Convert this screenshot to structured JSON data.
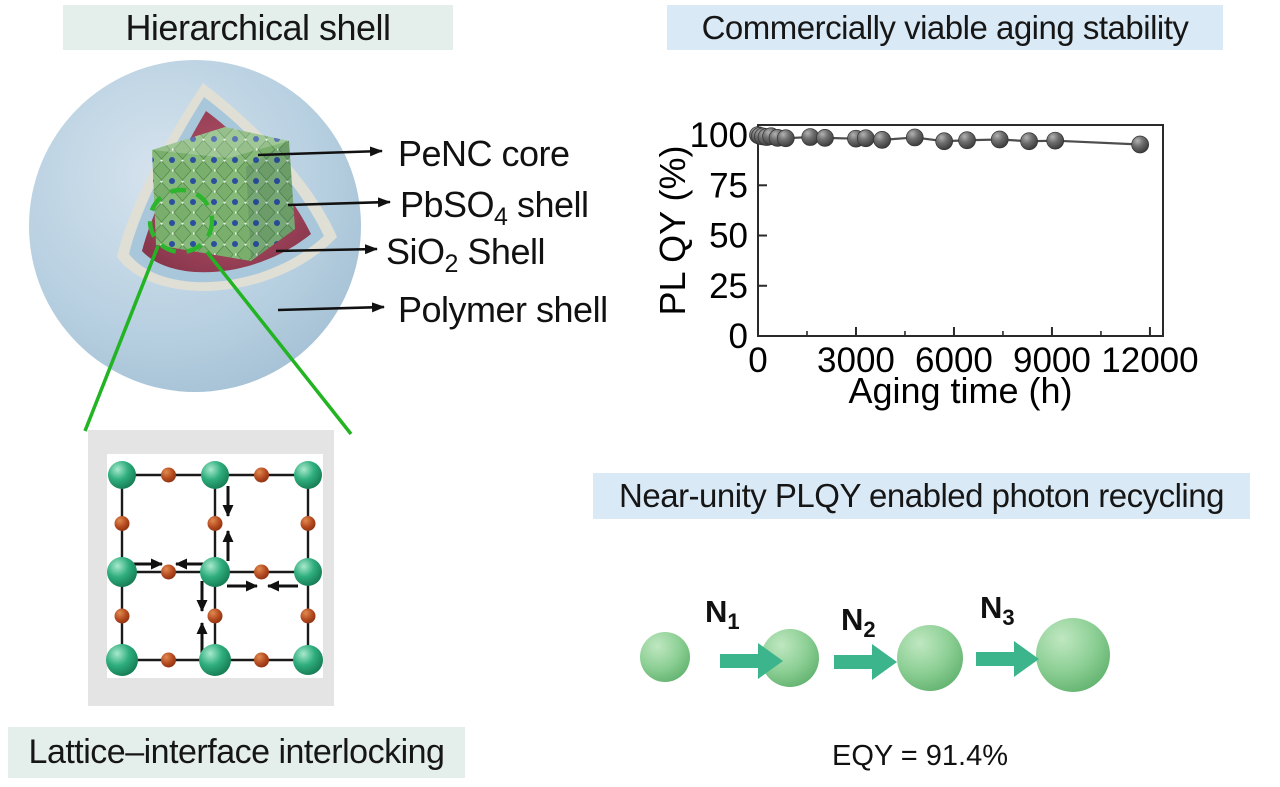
{
  "panels": {
    "hierarchical": {
      "title": "Hierarchical shell"
    },
    "aging": {
      "title": "Commercially viable aging stability"
    },
    "lattice": {
      "title": "Lattice–interface interlocking"
    },
    "photon": {
      "title": "Near-unity PLQY enabled photon recycling",
      "eqy_label": "EQY = 91.4%",
      "steps": [
        {
          "pre": "N",
          "sub": "1"
        },
        {
          "pre": "N",
          "sub": "2"
        },
        {
          "pre": "N",
          "sub": "3"
        }
      ]
    }
  },
  "sphere_labels": [
    {
      "pre": "PeNC core",
      "sub": "",
      "post": ""
    },
    {
      "pre": "PbSO",
      "sub": "4",
      "post": " shell"
    },
    {
      "pre": "SiO",
      "sub": "2",
      "post": " Shell"
    },
    {
      "pre": "Polymer shell",
      "sub": "",
      "post": ""
    }
  ],
  "chart_data": {
    "type": "line",
    "title": "",
    "xlabel": "Aging time (h)",
    "ylabel": "PL QY (%)",
    "xlim": [
      0,
      12400
    ],
    "ylim": [
      0,
      105
    ],
    "xticks": [
      0,
      3000,
      6000,
      9000,
      12000
    ],
    "xticks_minor": [
      1500,
      4500,
      7500,
      10500
    ],
    "yticks": [
      0,
      25,
      50,
      75,
      100
    ],
    "grid": false,
    "legend": "none",
    "marker": "gray-sphere",
    "x": [
      0,
      60,
      150,
      260,
      400,
      600,
      850,
      1600,
      2050,
      3000,
      3300,
      3800,
      4800,
      5700,
      6400,
      7400,
      8300,
      9100,
      11700
    ],
    "series": [
      {
        "name": "PL QY",
        "values": [
          100,
          99.6,
          99.3,
          99.0,
          99.4,
          98.6,
          98.4,
          99.0,
          98.6,
          98.2,
          98.4,
          97.6,
          98.8,
          96.9,
          97.4,
          97.8,
          96.9,
          97.2,
          95.3
        ]
      }
    ]
  },
  "colors": {
    "header_mint": "#e4efeb",
    "header_blue": "#d9e9f5",
    "polymer_blue": "#b6cfe0",
    "sio2_gray": "#e0dfd6",
    "pbso4_crimson": "#9c4258",
    "crystal_green": "#79ae6c",
    "crystal_blue_dot": "#2b4f9e",
    "lattice_green": "#2fae7e",
    "lattice_orange": "#b4491f",
    "photon_green": "#7dc987",
    "arrow_teal": "#3cb48c",
    "callout_green": "#22b422",
    "chart_marker": "#4d4d4d"
  }
}
